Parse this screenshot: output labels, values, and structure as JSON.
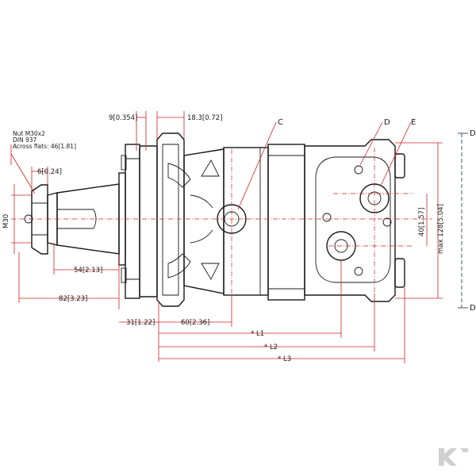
{
  "nut_note": {
    "line1": "Nut M30x2",
    "line2": "DIN 937",
    "line3": "Across flats: 46[1.81]"
  },
  "dimensions": {
    "d_9": "9[0.354]",
    "d_18": "18.3[0.72]",
    "d_6": "6[0.24]",
    "d_m30": "M30",
    "d_54": "54[2.13]",
    "d_82": "82[3.23]",
    "d_31": "31[1.22]",
    "d_60": "60[2.36]",
    "d_40": "40[1.57]",
    "d_128": "max 128[5.04]"
  },
  "labels": {
    "C": "C",
    "D": "D",
    "E": "E",
    "L1": "* L1",
    "L2": "* L2",
    "L3": "* L3",
    "section_top": "D",
    "section_bottom": "D"
  },
  "colors": {
    "dimension_lines": "#d42020",
    "outline": "#1a1a1a",
    "section_marker": "#1f2a5c",
    "watermark": "#d0d0d0"
  }
}
